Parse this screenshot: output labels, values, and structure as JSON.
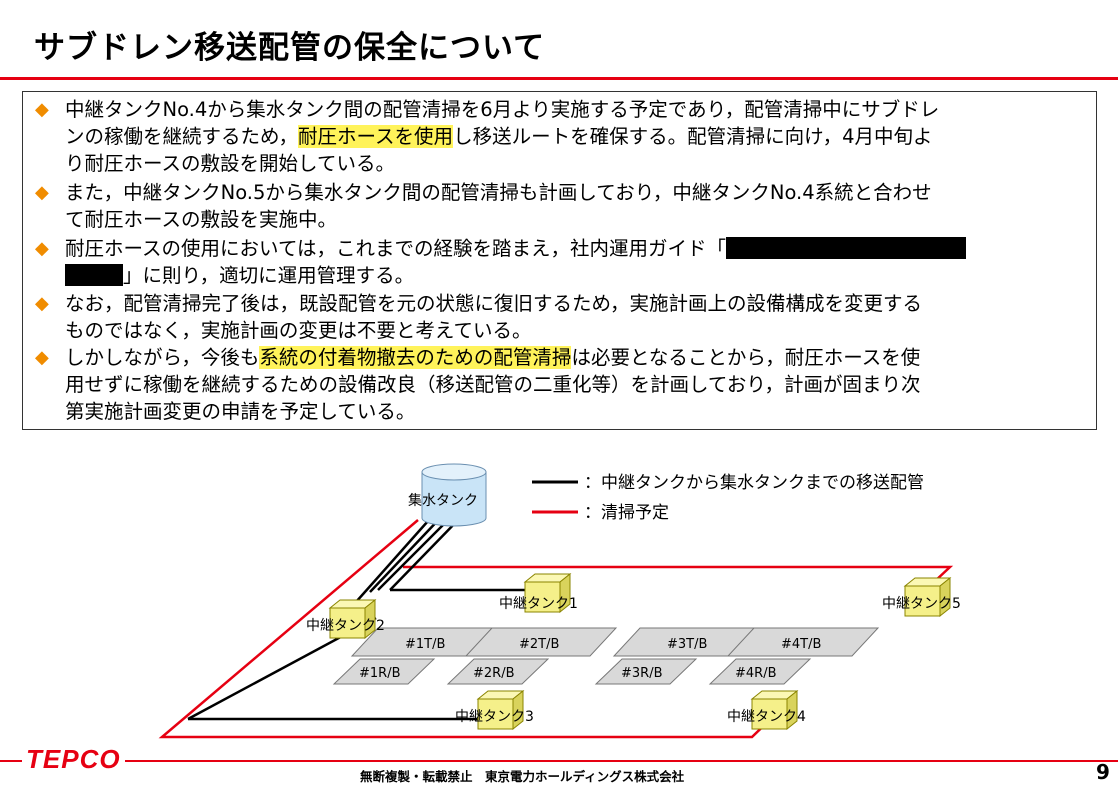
{
  "title": "サブドレン移送配管の保全について",
  "bullets": [
    {
      "lines": [
        [
          {
            "t": "中継タンクNo.4から集水タンク間の配管清掃を6月より実施する予定であり，配管清掃中にサブドレ"
          }
        ],
        [
          {
            "t": "ンの稼働を継続するため，"
          },
          {
            "t": "耐圧ホースを使用",
            "hl": true
          },
          {
            "t": "し移送ルートを確保する。配管清掃に向け，4月中旬よ"
          }
        ],
        [
          {
            "t": "り耐圧ホースの敷設を開始している。"
          }
        ]
      ]
    },
    {
      "lines": [
        [
          {
            "t": "また，中継タンクNo.5から集水タンク間の配管清掃も計画しており，中継タンクNo.4系統と合わせ"
          }
        ],
        [
          {
            "t": "て耐圧ホースの敷設を実施中。"
          }
        ]
      ]
    },
    {
      "lines": [
        [
          {
            "t": "耐圧ホースの使用においては，これまでの経験を踏まえ，社内運用ガイド「"
          },
          {
            "redact": 240
          }
        ],
        [
          {
            "redact": 58
          },
          {
            "t": "」に則り，適切に運用管理する。"
          }
        ]
      ]
    },
    {
      "lines": [
        [
          {
            "t": "なお，配管清掃完了後は，既設配管を元の状態に復旧するため，実施計画上の設備構成を変更する"
          }
        ],
        [
          {
            "t": "ものではなく，実施計画の変更は不要と考えている。"
          }
        ]
      ]
    },
    {
      "lines": [
        [
          {
            "t": "しかしながら，今後も"
          },
          {
            "t": "系統の付着物撤去のための配管清掃",
            "hl": true
          },
          {
            "t": "は必要となることから，耐圧ホースを使"
          }
        ],
        [
          {
            "t": "用せずに稼働を継続するための設備改良（移送配管の二重化等）を計画しており，計画が固まり次"
          }
        ],
        [
          {
            "t": "第実施計画変更の申請を予定している。"
          }
        ]
      ]
    }
  ],
  "legend": {
    "black": "：中継タンクから集水タンクまでの移送配管",
    "red": "：清掃予定"
  },
  "diagram": {
    "collect_tank": "集水タンク",
    "relay1": "中継タンク1",
    "relay2": "中継タンク2",
    "relay3": "中継タンク3",
    "relay4": "中継タンク4",
    "relay5": "中継タンク5",
    "tb1": "#1T/B",
    "tb2": "#2T/B",
    "tb3": "#3T/B",
    "tb4": "#4T/B",
    "rb1": "#1R/B",
    "rb2": "#2R/B",
    "rb3": "#3R/B",
    "rb4": "#4R/B"
  },
  "colors": {
    "accent": "#e60012",
    "bullet": "#f08c00",
    "highlight": "#fff35a",
    "tank": "#f5f08a",
    "building": "#d9d9d9",
    "collect_tank": "#c9e4f7"
  },
  "footer": {
    "logo": "TEPCO",
    "copyright": "無断複製・転載禁止　東京電力ホールディングス株式会社",
    "page": "9"
  }
}
